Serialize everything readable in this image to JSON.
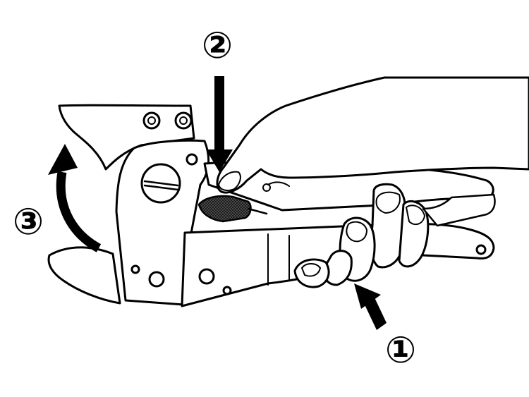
{
  "diagram": {
    "subject": "pipe-cutter-operation",
    "colors": {
      "line": "#000000",
      "fill": "#ffffff",
      "mesh": "#3a3a3a"
    },
    "markers": [
      {
        "id": "step-1",
        "label": "①",
        "icon": "arrow-up-left-icon"
      },
      {
        "id": "step-2",
        "label": "②",
        "icon": "arrow-down-icon"
      },
      {
        "id": "step-3",
        "label": "③",
        "icon": "curved-arrow-up-icon"
      }
    ]
  }
}
